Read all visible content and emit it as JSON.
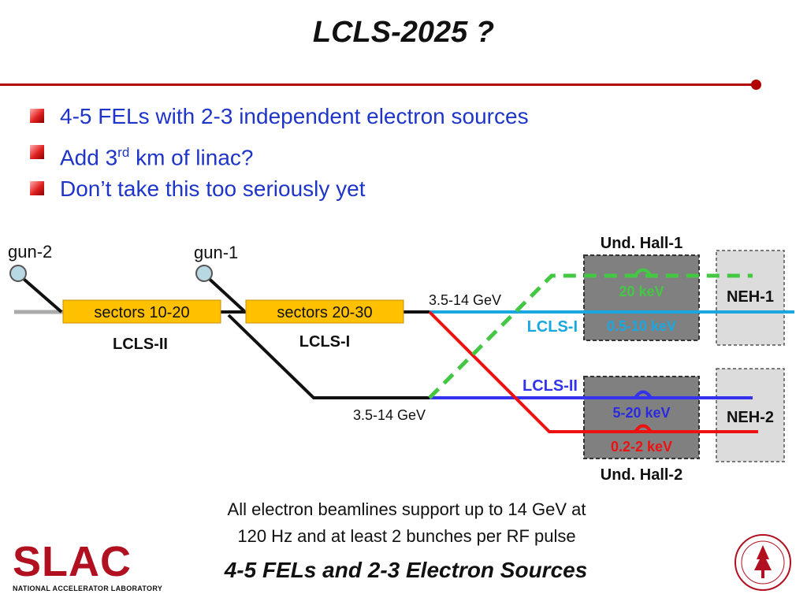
{
  "title": "LCLS-2025 ?",
  "bullets": [
    {
      "text": "4-5 FELs with 2-3 independent electron sources"
    },
    {
      "pre": "Add 3",
      "sup": "rd",
      "post": " km of linac?"
    },
    {
      "text": "Don’t take this too seriously yet"
    }
  ],
  "diagram": {
    "gun2": "gun-2",
    "gun1": "gun-1",
    "sectors_a": "sectors 10-20",
    "sectors_b": "sectors 20-30",
    "lcls2_left": "LCLS-II",
    "lcls1_center": "LCLS-I",
    "energy_top": "3.5-14 GeV",
    "energy_bottom": "3.5-14 GeV",
    "hall1": "Und. Hall-1",
    "hall2": "Und. Hall-2",
    "neh1": "NEH-1",
    "neh2": "NEH-2",
    "lcls1_line": "LCLS-I",
    "lcls2_line": "LCLS-II",
    "kev_green": "20 keV",
    "kev_cyan": "0.5-10 keV",
    "kev_blue": "5-20 keV",
    "kev_red": "0.2-2 keV",
    "colors": {
      "green": "#44c844",
      "cyan": "#1aa7e0",
      "blue": "#3333ee",
      "red": "#ee1111",
      "box": "#ffc000",
      "hall": "#808080",
      "neh": "#dcdcdc"
    }
  },
  "caption_line1": "All electron beamlines support up to 14 GeV at",
  "caption_line2": "120 Hz and at least 2 bunches per RF pulse",
  "footer": "4-5 FELs and 2-3 Electron Sources",
  "logo": {
    "word": "SLAC",
    "sub": "NATIONAL ACCELERATOR LABORATORY"
  }
}
